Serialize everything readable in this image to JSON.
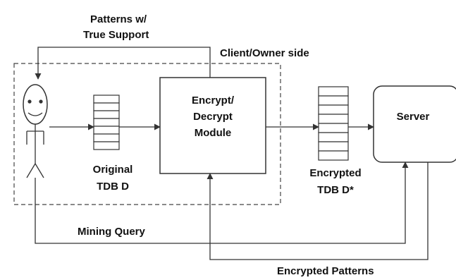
{
  "labels": {
    "patterns_true_support_line1": "Patterns w/",
    "patterns_true_support_line2": "True Support",
    "client_owner_side": "Client/Owner side",
    "module_line1": "Encrypt/",
    "module_line2": "Decrypt",
    "module_line3": "Module",
    "original_line1": "Original",
    "original_line2": "TDB D",
    "encrypted_line1": "Encrypted",
    "encrypted_line2": "TDB D*",
    "server": "Server",
    "mining_query": "Mining Query",
    "encrypted_patterns": "Encrypted Patterns"
  },
  "icons": {
    "user": "stick-figure-icon"
  },
  "colors": {
    "stroke": "#333333",
    "text": "#111111",
    "background": "#ffffff"
  }
}
